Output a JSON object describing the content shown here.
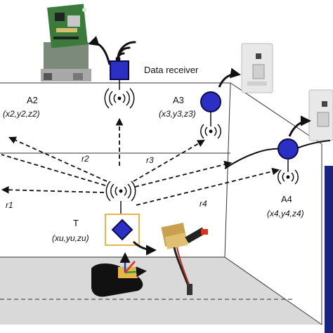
{
  "labels": {
    "data_receiver": "Data receiver",
    "a2_name": "A2",
    "a2_coord": "(x2,y2,z2)",
    "a3_name": "A3",
    "a3_coord": "(x3,y3,z3)",
    "a4_name": "A4",
    "a4_coord": "(x4,y4,z4)",
    "t_name": "T",
    "t_coord": "(xu,yu,zu)",
    "r1": "r1",
    "r2": "r2",
    "r3": "r3",
    "r4": "r4"
  },
  "colors": {
    "node_fill": "#2b2fc4",
    "node_stroke": "#0b0b4a",
    "tag_box": "#e7b64a",
    "floor": "#d9d9d9",
    "axis_red": "#e03020",
    "axis_green": "#20a040",
    "axis_blue": "#2040d0",
    "board_green": "#3a7a3a"
  },
  "icons": [
    "wifi-icon",
    "signal-waves-icon",
    "arrow-icon",
    "foot-icon",
    "circuit-board-icon",
    "anchor-device-icon",
    "tag-sensor-icon"
  ]
}
